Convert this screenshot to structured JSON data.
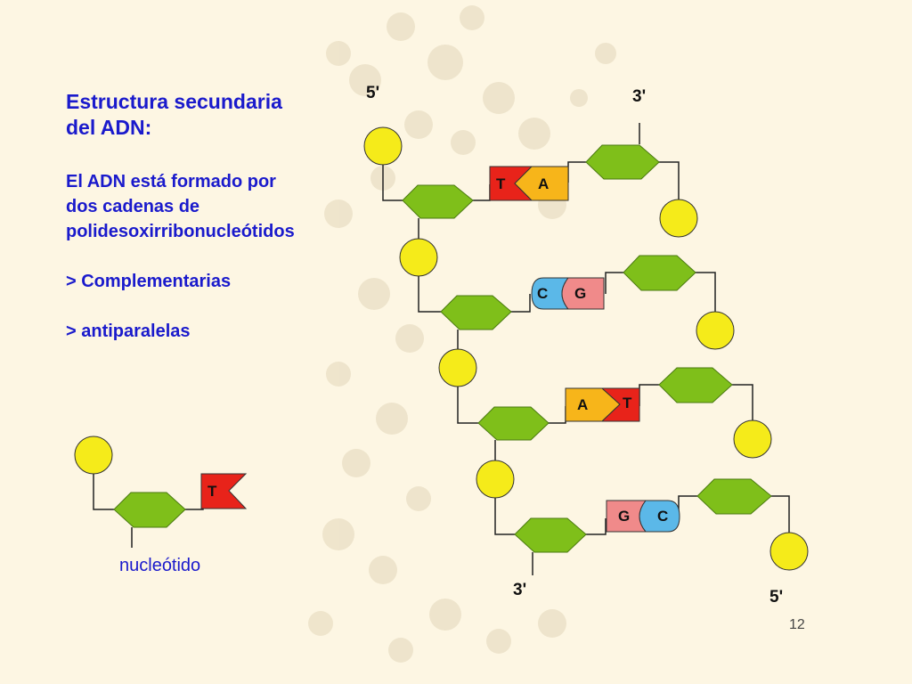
{
  "title": {
    "line1": "Estructura secundaria",
    "line2": "del ADN:"
  },
  "body": {
    "line1": "El ADN está formado por",
    "line2": "dos cadenas de",
    "line3": "polidesoxirribonucleótidos",
    "point1": "> Complementarias",
    "point2": "> antiparalelas"
  },
  "strand_ends": {
    "left_top": "5'",
    "right_top": "3'",
    "left_bottom": "3'",
    "right_bottom": "5'"
  },
  "base_pairs": [
    {
      "left": "T",
      "right": "A"
    },
    {
      "left": "C",
      "right": "G"
    },
    {
      "left": "A",
      "right": "T"
    },
    {
      "left": "G",
      "right": "C"
    }
  ],
  "nucleotide": {
    "base": "T",
    "label": "nucleótido"
  },
  "page_number": "12",
  "colors": {
    "text": "#1a1acc",
    "phosphate": "#f5eb1a",
    "sugar": "#7fbf1a",
    "thymine": "#e8231a",
    "adenine": "#f7b51a",
    "cytosine": "#5bb8e8",
    "guanine": "#f08a8a",
    "background": "#fdf6e3"
  }
}
